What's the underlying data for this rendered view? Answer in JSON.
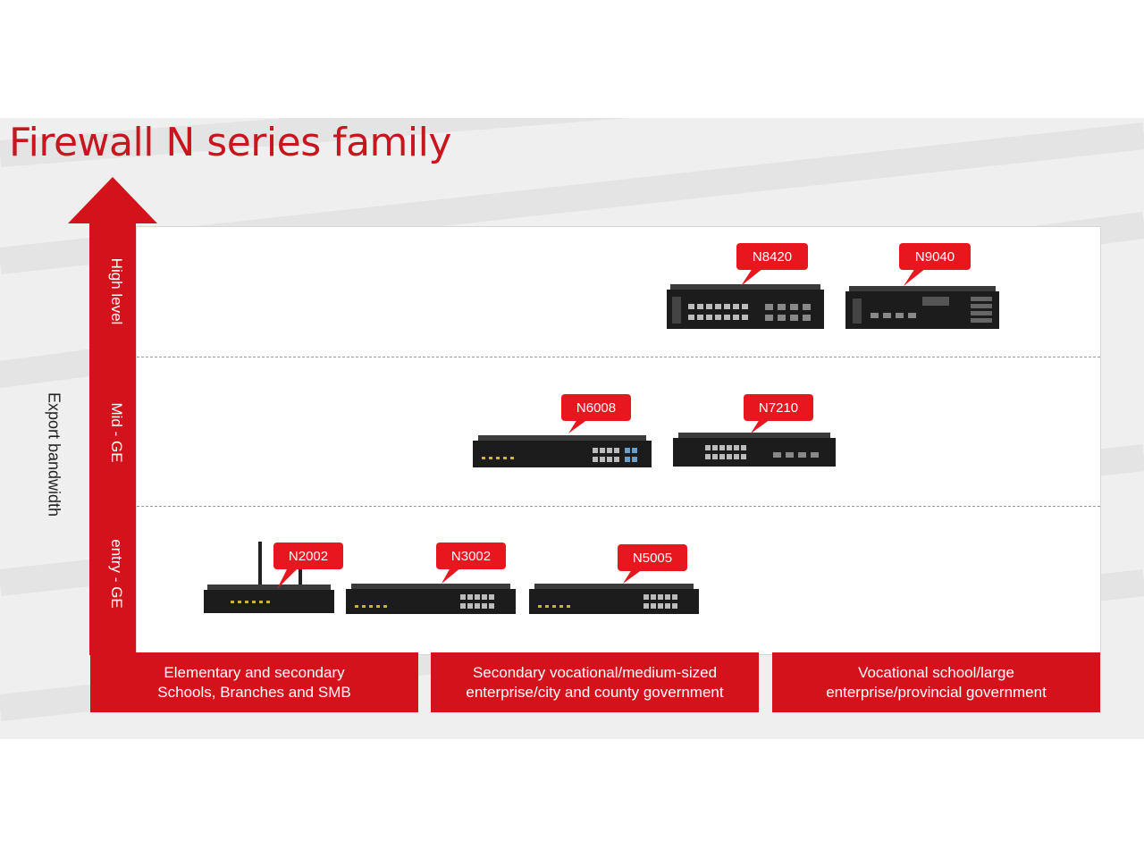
{
  "title": "Firewall N series family",
  "axis_label": "Export bandwidth",
  "tiers": [
    {
      "label": "High level"
    },
    {
      "label": "Mid - GE"
    },
    {
      "label": "entry - GE"
    }
  ],
  "segments": [
    {
      "line1": "Elementary and secondary",
      "line2": "Schools, Branches and SMB"
    },
    {
      "line1": "Secondary vocational/medium-sized",
      "line2": "enterprise/city and county government"
    },
    {
      "line1": "Vocational school/large",
      "line2": "enterprise/provincial government"
    }
  ],
  "models": [
    {
      "label": "N8420"
    },
    {
      "label": "N9040"
    },
    {
      "label": "N6008"
    },
    {
      "label": "N7210"
    },
    {
      "label": "N2002"
    },
    {
      "label": "N3002"
    },
    {
      "label": "N5005"
    }
  ],
  "colors": {
    "accent": "#d4121c",
    "title": "#c7161d",
    "device": "#1c1c1c"
  }
}
